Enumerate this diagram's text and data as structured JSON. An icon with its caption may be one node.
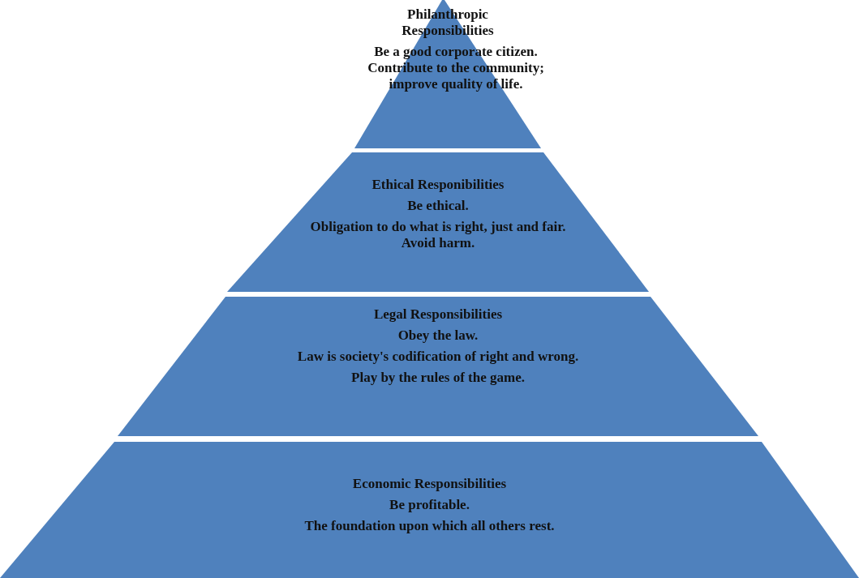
{
  "diagram": {
    "nodes": [
      {
        "text": [
          "Philanthropic Responsibilities",
          "Be a good corporate citizen. Contribute to the community; improve quality of life."
        ]
      },
      {
        "text": [
          "Ethical Responibilities",
          "Be ethical.",
          "Obligation to do what is right, just and fair. Avoid harm."
        ]
      },
      {
        "text": [
          "Legal Responsibilities",
          "Obey the law.",
          "Law is society's codification of right and wrong.",
          "Play by the rules of the game."
        ]
      },
      {
        "text": [
          "Economic Responsibilities",
          "Be profitable.",
          "The foundation upon which all others rest."
        ]
      }
    ]
  }
}
